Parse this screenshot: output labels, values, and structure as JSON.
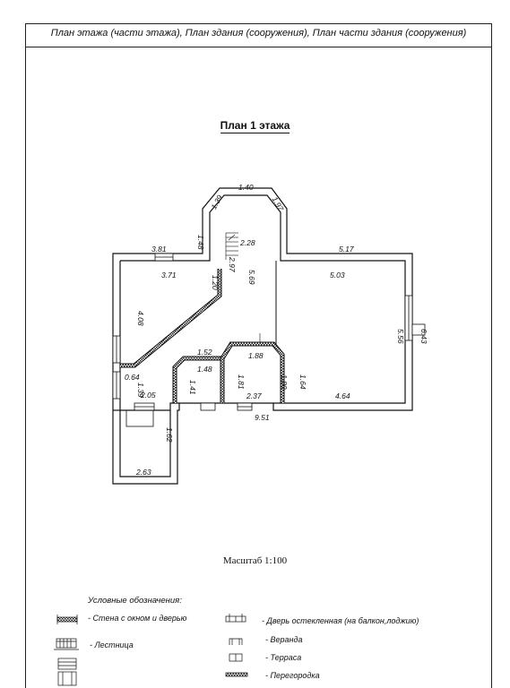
{
  "header": {
    "title": "План этажа (части этажа), План здания (сооружения), План части здания (сооружения)"
  },
  "plan": {
    "title": "План 1 этажа",
    "dimensions": {
      "d_1_40": "1.40",
      "d_1_39": "1.39",
      "d_1_97": "1.97",
      "d_1_48": "1.48",
      "d_2_28": "2.28",
      "d_3_81": "3.81",
      "d_5_17": "5.17",
      "d_2_97": "2.97",
      "d_3_71": "3.71",
      "d_1_20": "1.20",
      "d_5_69": "5.69",
      "d_5_03": "5.03",
      "d_4_08": "4.08",
      "d_5_56": "5.56",
      "d_6_43": "6.43",
      "d_1_52": "1.52",
      "d_1_88": "1.88",
      "d_1_48b": "1.48",
      "d_0_64": "0.64",
      "d_1_39b": "1.39",
      "d_1_41": "1.41",
      "d_1_81": "1.81",
      "d_1_80": "1.80",
      "d_1_64": "1.64",
      "d_2_05": "2.05",
      "d_2_37": "2.37",
      "d_4_64": "4.64",
      "d_9_51": "9.51",
      "d_1_62": "1.62",
      "d_2_63": "2.63"
    }
  },
  "scale": "Масштаб 1:100",
  "legend": {
    "title": "Условные обозначения:",
    "items": {
      "wall": "- Стена с окном и дверью",
      "glass_door": "- Дверь остекленная (на балкон,лоджию)",
      "veranda": "- Веранда",
      "stairs": "- Лестница",
      "terrace": "- Терраса",
      "partition": "- Перегородка"
    }
  }
}
